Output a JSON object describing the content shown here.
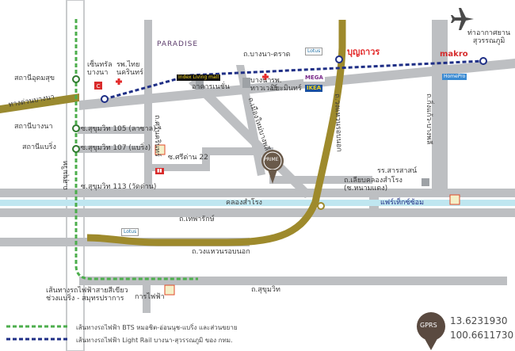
{
  "colors": {
    "road": "#bdbfc2",
    "road_edge": "#a5a7aa",
    "ring_road": "#a08a2a",
    "canal": "#bfe6f0",
    "bts_line": "#4cae4c",
    "light_rail": "#1f2f86",
    "station": "#ffffff",
    "target_marker": "#6a5a4a",
    "gps_pin": "#5a4a40"
  },
  "map": {
    "labels": {
      "airport": "ท่าอากาศยาน\nสุวรรณภูมิ",
      "bangna_trad": "ถ.บางนา-ตราด",
      "bangna_expressway": "ทางด่วนบางนา",
      "udomsuk_station": "สถานีอุดมสุข",
      "bangna_station": "สถานีบางนา",
      "bearing_station": "สถานีแบริ่ง",
      "central_bangna": "เซ็นทรัล\nบางนา",
      "thai_nakarin_hospital": "รพ.ไทย\nนครินทร์",
      "paradise_park": "PARADISE",
      "index_living": "Index\nLiving mall",
      "building_rich": "อาคารเนชั่น",
      "bangna_tower": "บางนา\nทาวเวอร์",
      "piyamin_hospital": "รพ.\nปิยะมินทร์",
      "mega": "MEGA",
      "ikea": "IKEA",
      "tesco_lotus_top": "Lotus",
      "boonthavorn": "บุญถาวร",
      "makro": "makro",
      "homepro": "HomePro",
      "srinakarin_rd": "ถ.ศรีนครินทร์",
      "sukhumvit_105": "ซ.สุขุมวิท 105 (ลาซาล)",
      "sukhumvit_107": "ซ.สุขุมวิท 107 (แบริ่ง)",
      "sukhumvit_113": "ซ.สุขุมวิท 113 (วัดด่าน)",
      "sukhumvit_rd_vertical": "ถ.สุขุมวิท",
      "sri_dan_22": "ซ.ศรีด่าน 22",
      "mueang_mai_rd": "ถ.เมืองใหม่บางพลี",
      "outer_ring_vertical": "ถ.วงแหวนรอบนอก",
      "king_kaew_rd": "ถ.กิ่งแก้ว-บางพลี",
      "sarasas": "รร.สารสาสน์",
      "liap_khlong": "ถ.เลียบคลองสำโรง\n(ซ.หนามแดง)",
      "khlong_samrong": "คลองสำโรง",
      "flat_market": "แฟร์เท็กซ์ซ้อม",
      "thepharak_rd": "ถ.เทพารักษ์",
      "outer_ring_rd": "ถ.วงแหวนรอบนอก",
      "bts_extension": "เส้นทางรถไฟฟ้าสายสีเขียว\nช่วงแบริ่ง - สมุทรปราการ",
      "kan_faifa": "การไฟฟ้า",
      "sukhumvit_rd": "ถ.สุขุมวิท",
      "tesco_lotus_bottom": "Lotus",
      "target_name": "PRIME"
    },
    "legend": [
      {
        "style": "bts",
        "text": "เส้นทางรถไฟฟ้า BTS หมอชิต-อ่อนนุช-แบริ่ง และส่วนขยาย"
      },
      {
        "style": "light_rail",
        "text": "เส้นทางรถไฟฟ้า Light Rail บางนา-สุวรรณภูมิ ของ กทม."
      }
    ],
    "gps": {
      "title": "GPRS",
      "lat": "13.6231930",
      "lng": "100.6611730"
    }
  }
}
